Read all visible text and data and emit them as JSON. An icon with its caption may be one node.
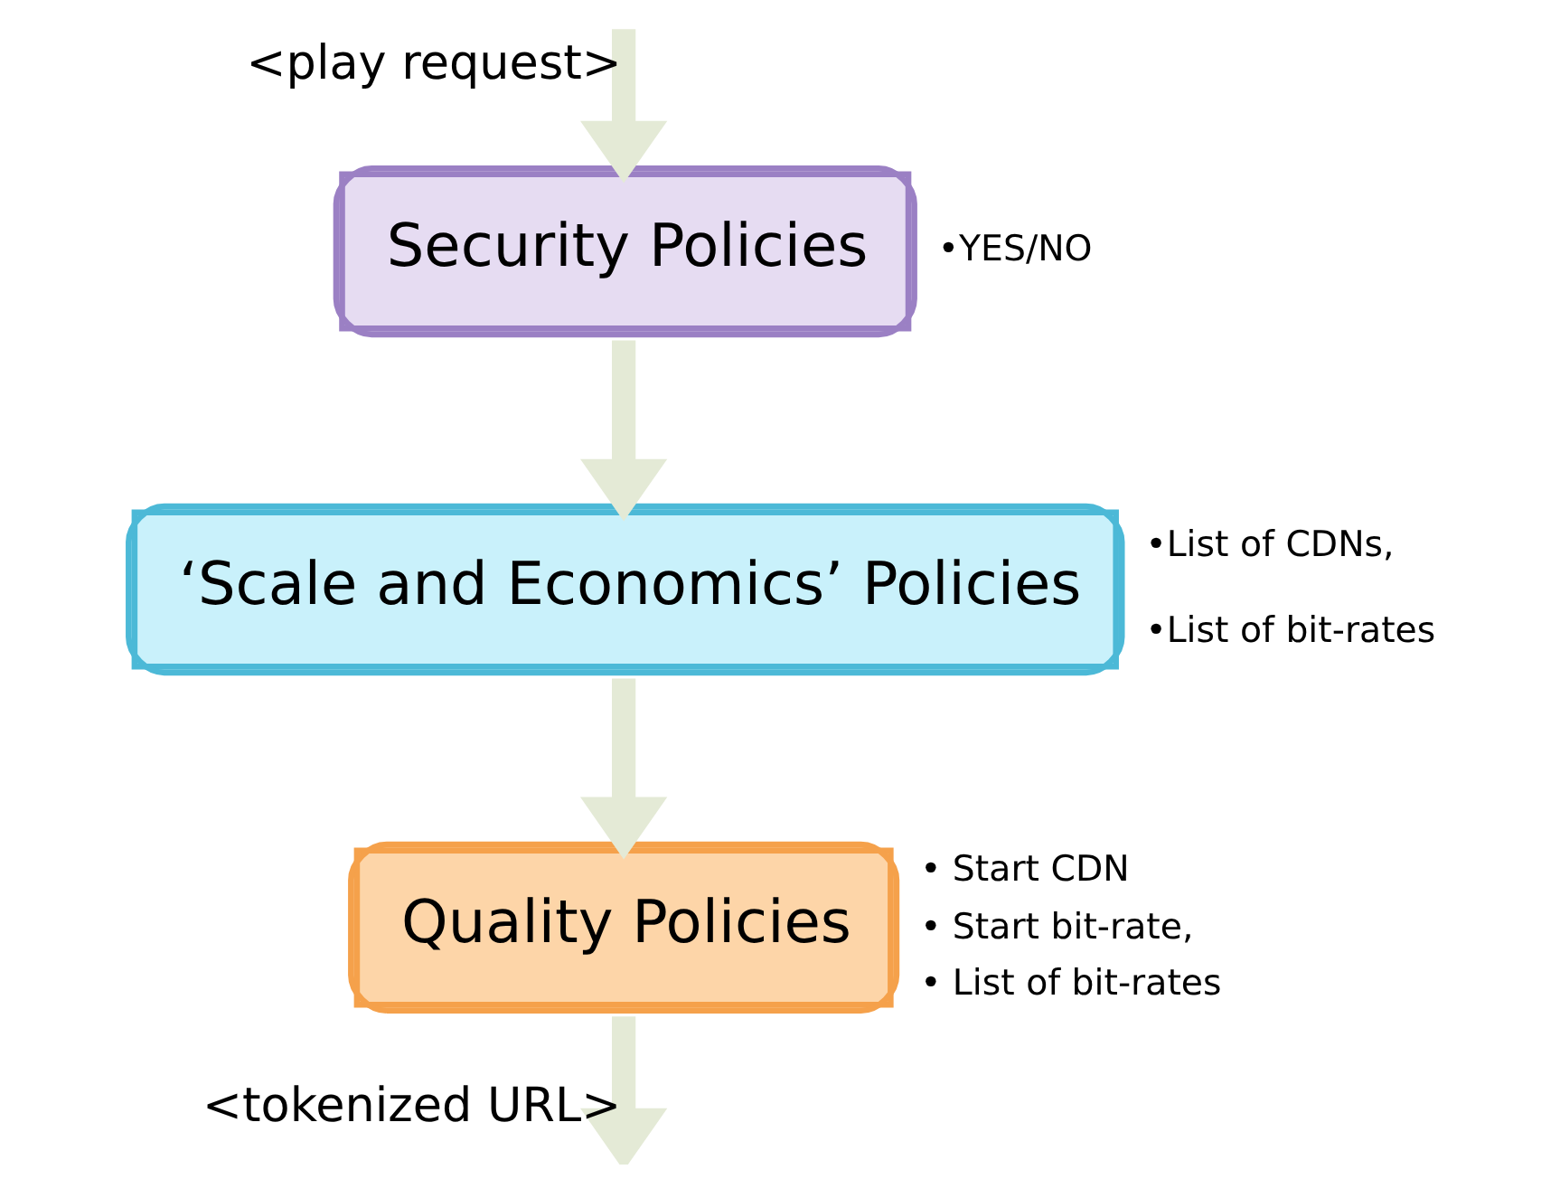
{
  "diagram": {
    "nodes": [
      {
        "text": [
          "Security Policies"
        ],
        "beside": [
          "•YES/NO"
        ]
      },
      {
        "text": [
          "‘Scale and Economics’ Policies"
        ],
        "beside": [
          "•List of CDNs,",
          "•List of bit-rates"
        ]
      },
      {
        "text": [
          "Quality Policies"
        ],
        "beside": [
          "• Start CDN",
          "• Start bit-rate,",
          "• List of bit-rates"
        ]
      }
    ],
    "edges": [
      {
        "from": null,
        "to": 0,
        "arrow": "to",
        "label": "<play request>"
      },
      {
        "from": 0,
        "to": 1,
        "arrow": "to"
      },
      {
        "from": 1,
        "to": 2,
        "arrow": "to"
      },
      {
        "from": 2,
        "to": null,
        "arrow": "to",
        "label": "<tokenized URL>"
      }
    ]
  }
}
